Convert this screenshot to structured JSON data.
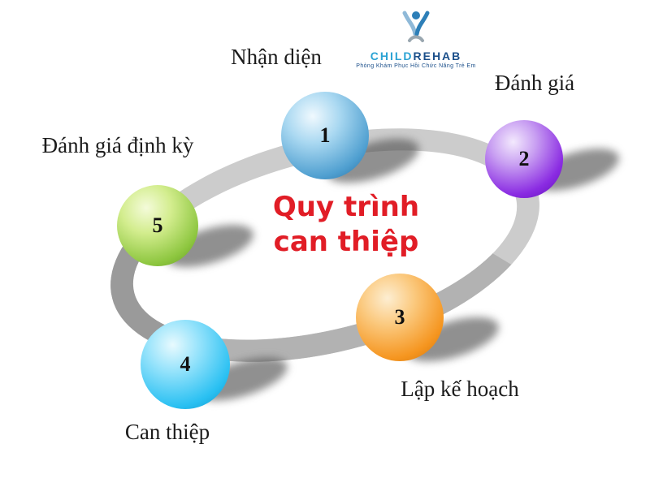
{
  "logo": {
    "name_part1": "CHILD",
    "name_part2": "REHAB",
    "tagline": "Phòng Khám Phục Hồi Chức Năng Trẻ Em"
  },
  "title": {
    "line1": "Quy trình",
    "line2": "can thiệp",
    "color": "#e11d26"
  },
  "steps": [
    {
      "number": "1",
      "label": "Nhận diện",
      "color": "#3f96cf"
    },
    {
      "number": "2",
      "label": "Đánh giá",
      "color": "#8a2be2"
    },
    {
      "number": "3",
      "label": "Lập kế hoạch",
      "color": "#f5951f"
    },
    {
      "number": "4",
      "label": "Can thiệp",
      "color": "#29c0f2"
    },
    {
      "number": "5",
      "label": "Đánh giá định kỳ",
      "color": "#8dc63f"
    }
  ],
  "ring": {
    "color": "#cccccc",
    "tail_color": "#9a9a9a"
  }
}
